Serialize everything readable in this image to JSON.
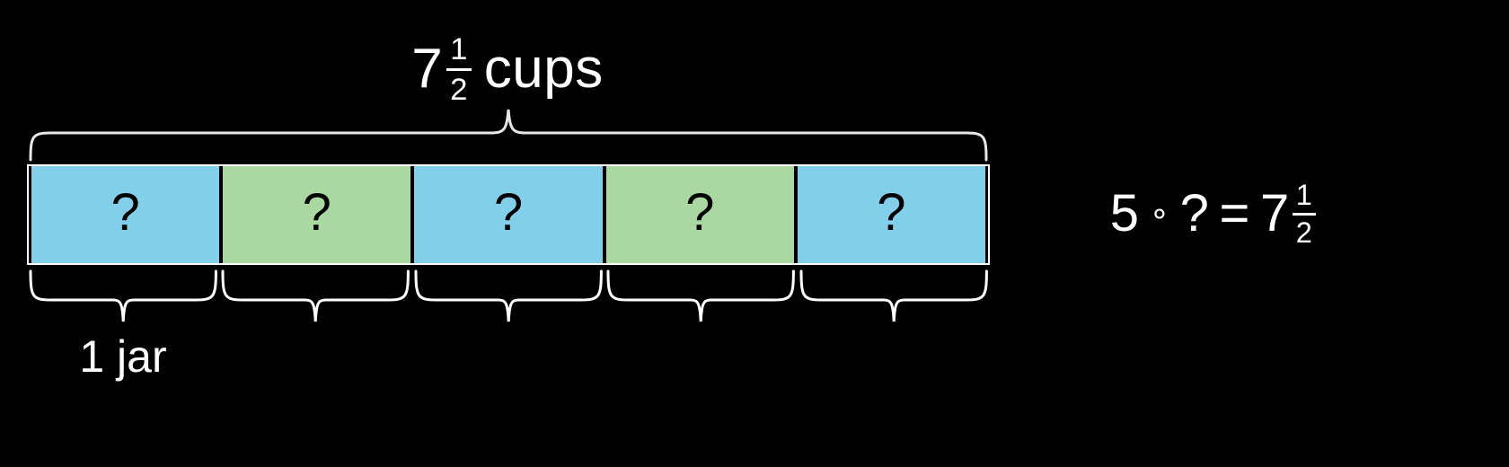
{
  "diagram": {
    "type": "tape-diagram",
    "background_color": "#000000",
    "text_color": "#ffffff",
    "top_label": {
      "whole": "7",
      "numerator": "1",
      "denominator": "2",
      "unit": "cups",
      "full_text": "7 1/2 cups"
    },
    "bottom_label": {
      "full_text": "1 jar"
    },
    "cells": [
      {
        "index": 1,
        "value": "?",
        "color": "#82cfea",
        "color_name": "blue"
      },
      {
        "index": 2,
        "value": "?",
        "color": "#a9d9a1",
        "color_name": "green"
      },
      {
        "index": 3,
        "value": "?",
        "color": "#82cfea",
        "color_name": "blue"
      },
      {
        "index": 4,
        "value": "?",
        "color": "#a9d9a1",
        "color_name": "green"
      },
      {
        "index": 5,
        "value": "?",
        "color": "#82cfea",
        "color_name": "blue"
      }
    ],
    "cell_count": "5"
  },
  "equation": {
    "multiplier": "5",
    "operator": "∘",
    "unknown": "?",
    "equals": "=",
    "result_whole": "7",
    "result_numerator": "1",
    "result_denominator": "2",
    "full_text": "5 · ? = 7 1/2"
  }
}
